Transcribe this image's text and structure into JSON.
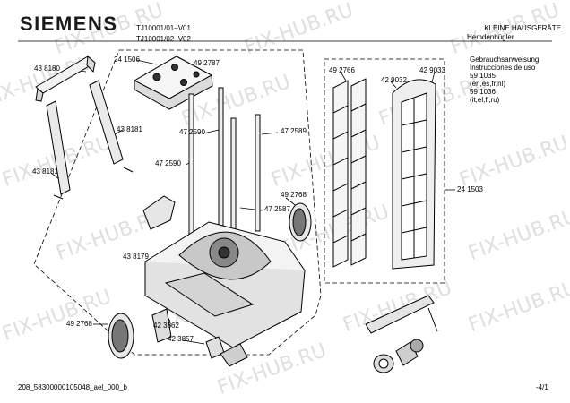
{
  "header": {
    "brand": "SIEMENS",
    "models": [
      "TJ10001/01–V01",
      "TJ10001/02–V02"
    ],
    "category": "KLEINE HAUSGERÄTE",
    "product": "Hemdenbügler"
  },
  "manual": {
    "title": "Gebrauchsanweisung",
    "langs": "Instrucciones de uso",
    "part1": "59 1035",
    "part1_langs": "(en,es,fr,nl)",
    "part2": "59 1036",
    "part2_langs": "(it,el,fi,ru)"
  },
  "parts": {
    "p438180": "43 8180",
    "p241506": "24 1506",
    "p492787": "49 2787",
    "p492766": "49 2766",
    "p429032": "42 9032",
    "p429033": "42 9033",
    "p438181a": "43 8181",
    "p438181b": "43 8181",
    "p472590a": "47 2590",
    "p472590b": "47 2590",
    "p472589": "47 2589",
    "p472587": "47 2587",
    "p492768a": "49 2768",
    "p492768b": "49 2768",
    "p241503": "24 1503",
    "p438179": "43 8179",
    "p423862": "42 3862",
    "p423857": "42 3857"
  },
  "footer": {
    "doc_id": "208_58300000105048_ael_000_b",
    "page": "-4/1"
  },
  "watermark": "FIX-HUB.RU"
}
